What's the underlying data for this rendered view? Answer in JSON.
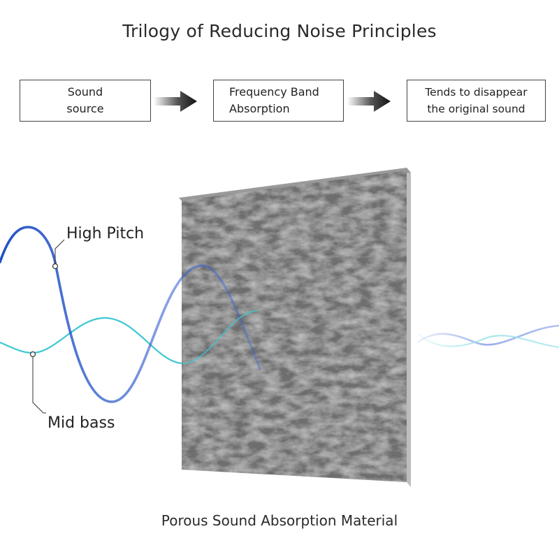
{
  "title": "Trilogy of Reducing Noise Principles",
  "steps": [
    {
      "line1": "Sound",
      "line2": "source"
    },
    {
      "line1": "Frequency Band",
      "line2": "Absorption"
    },
    {
      "line1": "Tends to disappear",
      "line2": "the original sound"
    }
  ],
  "wave_labels": {
    "high": "High Pitch",
    "mid": "Mid bass"
  },
  "caption": "Porous Sound Absorption Material",
  "colors": {
    "high_pitch_wave": "#1f4fc8",
    "mid_bass_wave": "#3ec8d4",
    "panel": "#6e6e6e",
    "outgoing_wave_1": "#8fa6e8",
    "outgoing_wave_2": "#9be3ea"
  },
  "icons": {
    "arrow": "arrow-right-icon",
    "panel": "felt-panel-icon"
  }
}
